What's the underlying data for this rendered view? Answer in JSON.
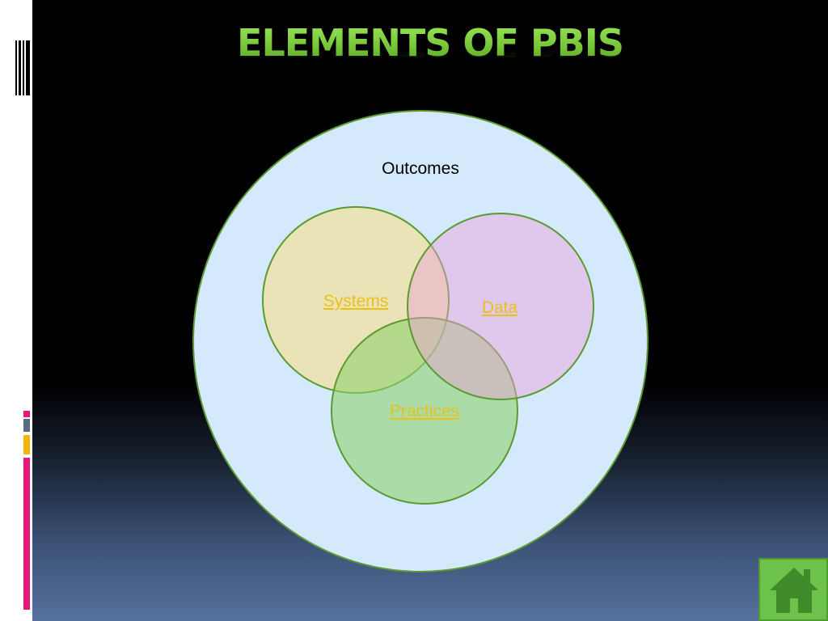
{
  "title": "ELEMENTS OF PBIS",
  "venn": {
    "outer_label": "Outcomes",
    "circles": [
      {
        "id": "systems",
        "label": "Systems"
      },
      {
        "id": "data",
        "label": "Data"
      },
      {
        "id": "practices",
        "label": "Practices"
      }
    ]
  },
  "colors": {
    "title": "#7ac83a",
    "outer_fill": "#d4e9fb",
    "outline": "#5a9a2e",
    "systems_fill": "#efe1a8",
    "data_fill": "#e8bde6",
    "practices_fill": "#9ed884",
    "link_text": "#e8c21a"
  },
  "icons": {
    "home": "home-icon"
  }
}
